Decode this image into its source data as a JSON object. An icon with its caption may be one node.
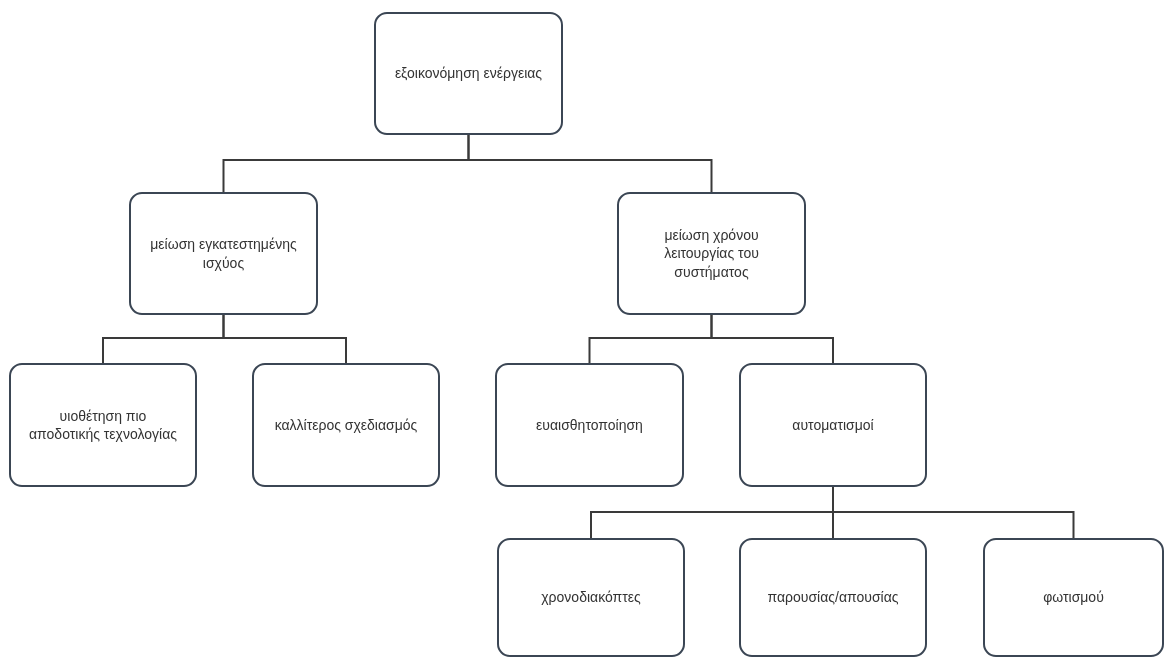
{
  "diagram": {
    "nodes": [
      {
        "text": [
          "εξοικονόμηση ενέργειας"
        ]
      },
      {
        "text": [
          "μείωση εγκατεστημένης ισχύος"
        ]
      },
      {
        "text": [
          "μείωση χρόνου λειτουργίας του συστήματος"
        ]
      },
      {
        "text": [
          "υιοθέτηση πιο αποδοτικής τεχνολογίας"
        ]
      },
      {
        "text": [
          "καλλίτερος σχεδιασμός"
        ]
      },
      {
        "text": [
          "ευαισθητοποίηση"
        ]
      },
      {
        "text": [
          "αυτοματισμοί"
        ]
      },
      {
        "text": [
          "χρονοδιακόπτες"
        ]
      },
      {
        "text": [
          "παρουσίας/απουσίας"
        ]
      },
      {
        "text": [
          "φωτισμού"
        ]
      }
    ],
    "edges": [
      {
        "from": 0,
        "to": 1,
        "arrow": "none"
      },
      {
        "from": 0,
        "to": 2,
        "arrow": "none"
      },
      {
        "from": 1,
        "to": 3,
        "arrow": "none"
      },
      {
        "from": 1,
        "to": 4,
        "arrow": "none"
      },
      {
        "from": 2,
        "to": 5,
        "arrow": "none"
      },
      {
        "from": 2,
        "to": 6,
        "arrow": "none"
      },
      {
        "from": 6,
        "to": 7,
        "arrow": "none"
      },
      {
        "from": 6,
        "to": 8,
        "arrow": "none"
      },
      {
        "from": 6,
        "to": 9,
        "arrow": "none"
      }
    ]
  }
}
